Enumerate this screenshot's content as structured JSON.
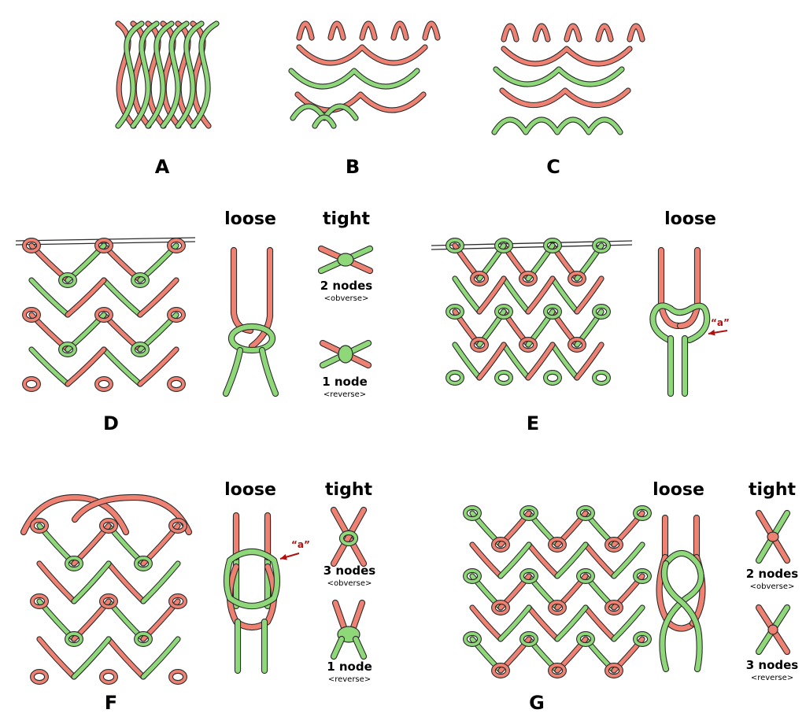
{
  "colors": {
    "green": "#8fd87a",
    "red": "#ee8172",
    "outline": "#2b2b2b",
    "arrow": "#b01010"
  },
  "panels": {
    "A": {
      "label": "A"
    },
    "B": {
      "label": "B"
    },
    "C": {
      "label": "C"
    },
    "D": {
      "label": "D",
      "loose": "loose",
      "tight": "tight",
      "first": {
        "count": "2 nodes",
        "side": "<obverse>"
      },
      "second": {
        "count": "1 node",
        "side": "<reverse>"
      }
    },
    "E": {
      "label": "E",
      "loose": "loose",
      "marker": "“a”"
    },
    "F": {
      "label": "F",
      "loose": "loose",
      "tight": "tight",
      "marker": "“a”",
      "first": {
        "count": "3 nodes",
        "side": "<obverse>"
      },
      "second": {
        "count": "1 node",
        "side": "<reverse>"
      }
    },
    "G": {
      "label": "G",
      "loose": "loose",
      "tight": "tight",
      "first": {
        "count": "2 nodes",
        "side": "<obverse>"
      },
      "second": {
        "count": "3 nodes",
        "side": "<reverse>"
      }
    }
  }
}
